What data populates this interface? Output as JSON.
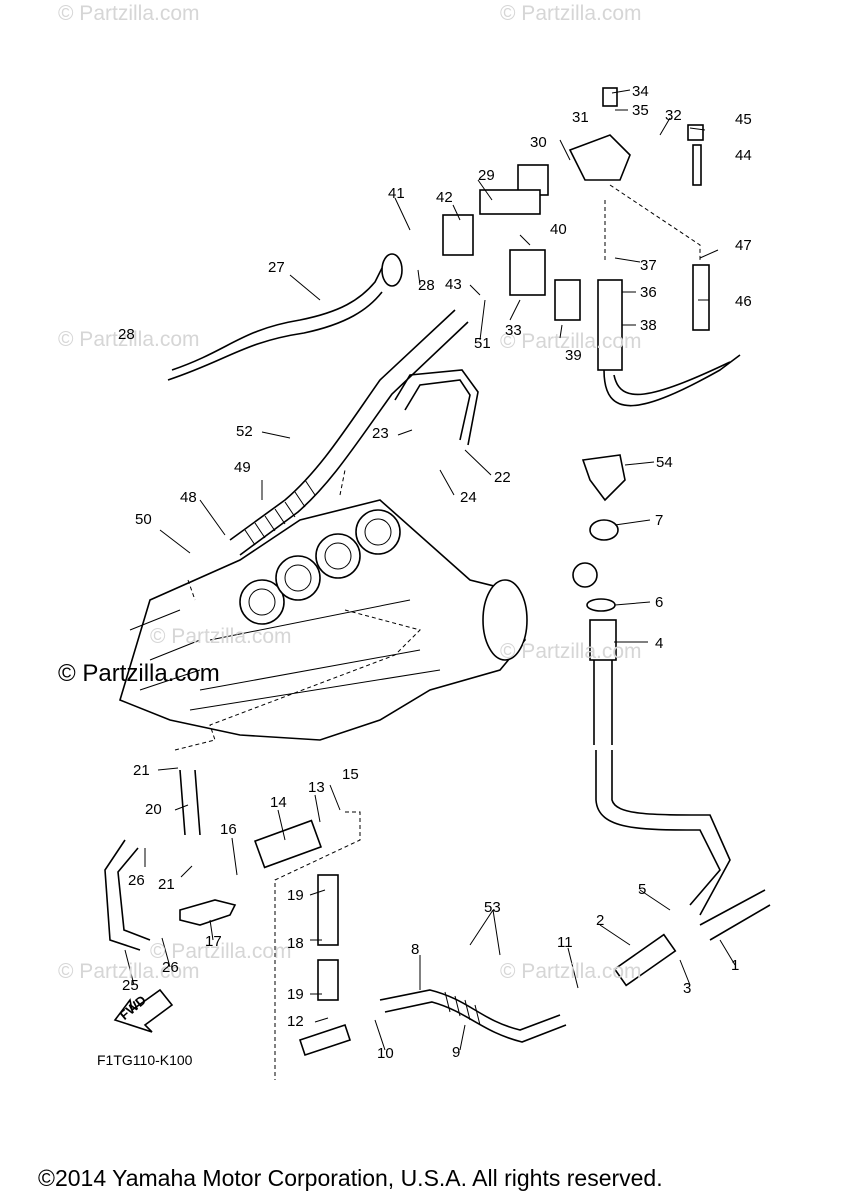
{
  "watermarks": [
    "© Partzilla.com",
    "© Partzilla.com",
    "© Partzilla.com",
    "© Partzilla.com",
    "© Partzilla.com",
    "© Partzilla.com",
    "© Partzilla.com",
    "© Partzilla.com",
    "© Partzilla.com"
  ],
  "watermark_strong": "© Partzilla.com",
  "diagram_code": "F1TG110-K100",
  "fwd_label": "FWD",
  "copyright": "©2014 Yamaha Motor Corporation, U.S.A. All rights reserved.",
  "callouts": [
    "34",
    "35",
    "31",
    "32",
    "45",
    "30",
    "44",
    "29",
    "41",
    "42",
    "40",
    "37",
    "47",
    "27",
    "28",
    "43",
    "36",
    "46",
    "33",
    "38",
    "28",
    "51",
    "39",
    "52",
    "23",
    "22",
    "54",
    "49",
    "24",
    "48",
    "7",
    "50",
    "6",
    "4",
    "21",
    "15",
    "13",
    "20",
    "14",
    "16",
    "26",
    "21",
    "5",
    "19",
    "17",
    "53",
    "2",
    "18",
    "26",
    "11",
    "1",
    "8",
    "3",
    "25",
    "19",
    "12",
    "10",
    "9"
  ]
}
